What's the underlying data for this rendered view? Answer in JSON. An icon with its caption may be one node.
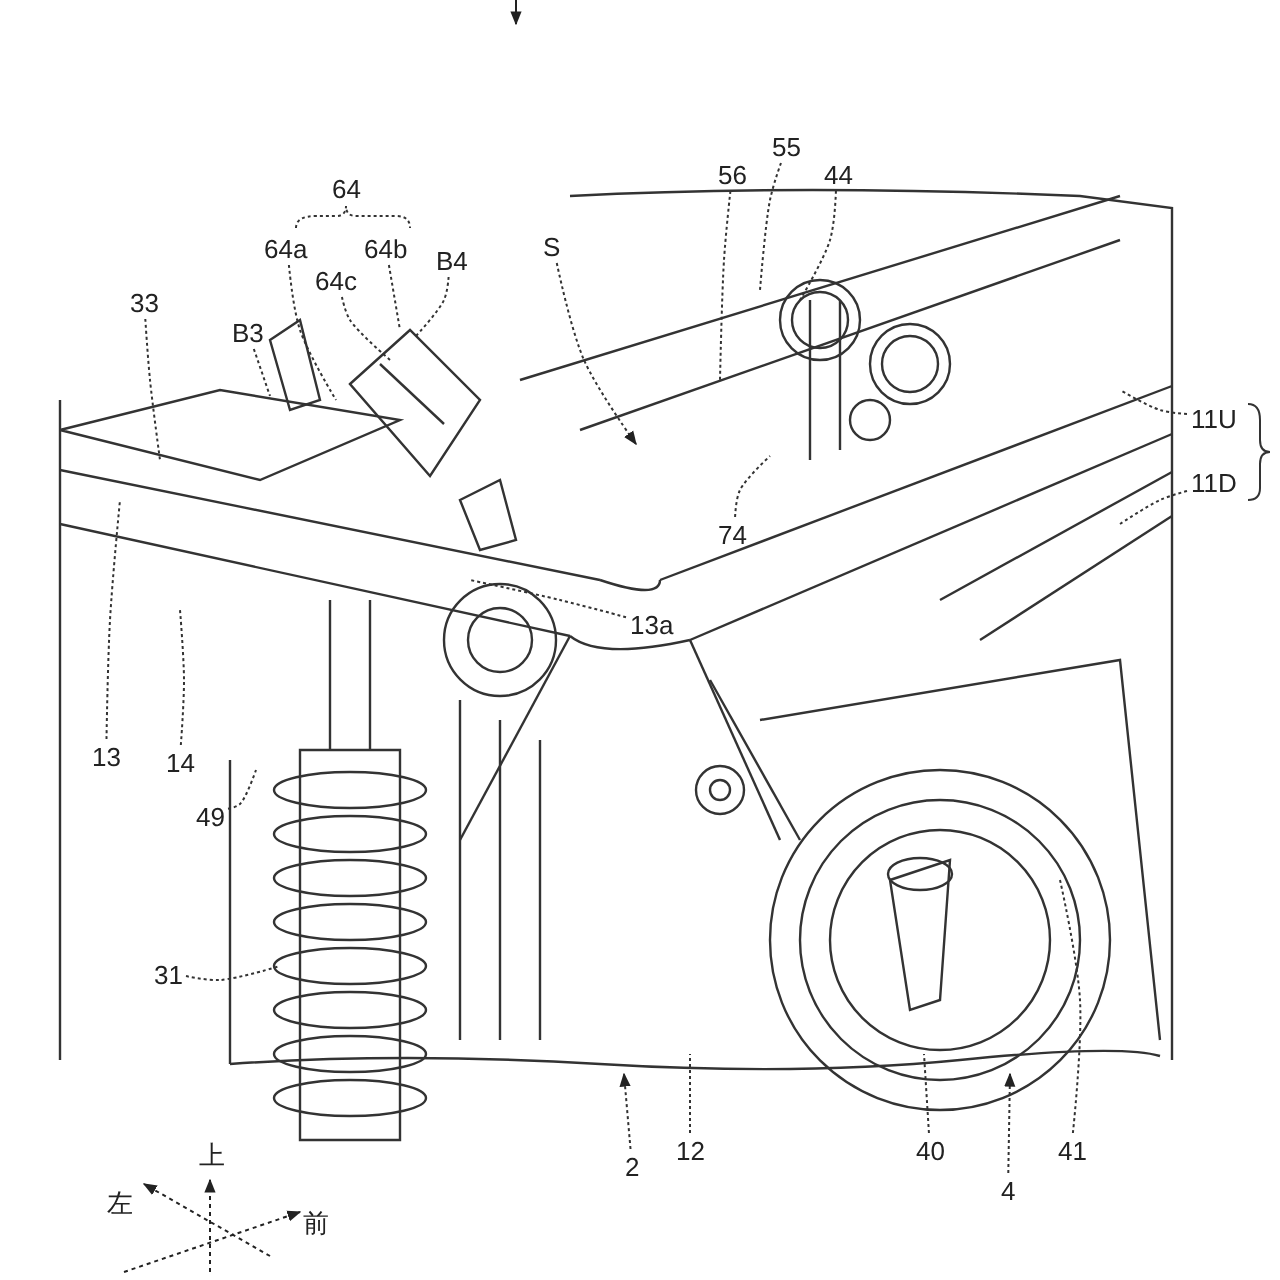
{
  "diagram": {
    "nodes": [
      {
        "text": [
          "55"
        ]
      },
      {
        "text": [
          "56"
        ]
      },
      {
        "text": [
          "44"
        ]
      },
      {
        "text": [
          "64a"
        ]
      },
      {
        "text": [
          "64b"
        ]
      },
      {
        "text": [
          "B4"
        ]
      },
      {
        "text": [
          "S"
        ]
      },
      {
        "text": [
          "64c"
        ]
      },
      {
        "text": [
          "33"
        ]
      },
      {
        "text": [
          "B3"
        ]
      },
      {
        "text": [
          "11U"
        ]
      },
      {
        "text": [
          "11D"
        ]
      },
      {
        "text": [
          "74"
        ]
      },
      {
        "text": [
          "13a"
        ]
      },
      {
        "text": [
          "13"
        ]
      },
      {
        "text": [
          "14"
        ]
      },
      {
        "text": [
          "49"
        ]
      },
      {
        "text": [
          "31"
        ]
      },
      {
        "text": [
          "12"
        ]
      },
      {
        "text": [
          "40"
        ]
      },
      {
        "text": [
          "41"
        ]
      },
      {
        "text": [
          "2"
        ]
      },
      {
        "text": [
          "4"
        ]
      }
    ],
    "edges": [
      {
        "from": 0,
        "to": null,
        "arrow": "none"
      },
      {
        "from": 1,
        "to": null,
        "arrow": "none"
      },
      {
        "from": 2,
        "to": null,
        "arrow": "none"
      },
      {
        "from": 3,
        "to": null,
        "arrow": "none"
      },
      {
        "from": 4,
        "to": null,
        "arrow": "none"
      },
      {
        "from": 5,
        "to": null,
        "arrow": "none"
      },
      {
        "from": 6,
        "to": null,
        "arrow": "to"
      },
      {
        "from": 7,
        "to": null,
        "arrow": "none"
      },
      {
        "from": 8,
        "to": null,
        "arrow": "none"
      },
      {
        "from": 9,
        "to": null,
        "arrow": "none"
      },
      {
        "from": 10,
        "to": null,
        "arrow": "none"
      },
      {
        "from": 11,
        "to": null,
        "arrow": "none"
      },
      {
        "from": 12,
        "to": null,
        "arrow": "none"
      },
      {
        "from": 13,
        "to": null,
        "arrow": "none"
      },
      {
        "from": 14,
        "to": null,
        "arrow": "none"
      },
      {
        "from": 15,
        "to": null,
        "arrow": "none"
      },
      {
        "from": 16,
        "to": null,
        "arrow": "none"
      },
      {
        "from": 17,
        "to": null,
        "arrow": "none"
      },
      {
        "from": 18,
        "to": null,
        "arrow": "none"
      },
      {
        "from": 19,
        "to": null,
        "arrow": "none"
      },
      {
        "from": 20,
        "to": null,
        "arrow": "none"
      },
      {
        "from": 21,
        "to": null,
        "arrow": "to"
      },
      {
        "from": 22,
        "to": null,
        "arrow": "to"
      }
    ],
    "labels": [
      "64",
      "上",
      "左",
      "前"
    ]
  }
}
